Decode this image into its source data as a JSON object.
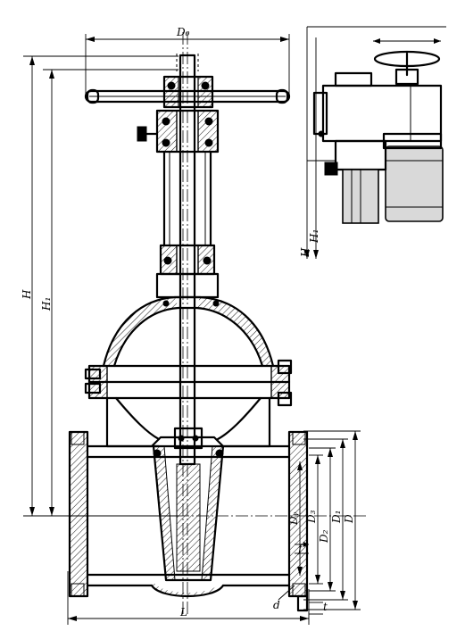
{
  "labels": {
    "d0": "D₀",
    "H": "H",
    "H1": "H₁",
    "L": "L",
    "Dy": "Dᵧ",
    "D1": "D₁",
    "D2": "D₂",
    "D3": "D₃",
    "D": "D",
    "f": "f",
    "t": "t",
    "d": "d",
    "actuator_H": "H",
    "actuator_H1": "H₁"
  }
}
